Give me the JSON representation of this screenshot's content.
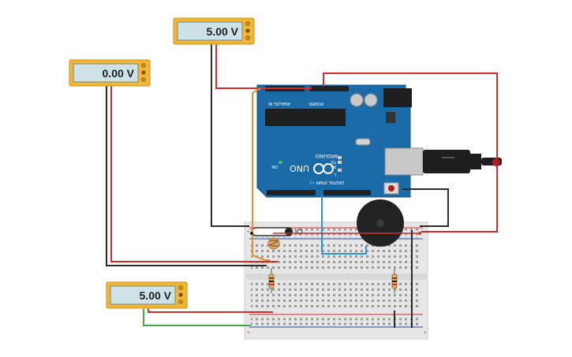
{
  "multimeters": [
    {
      "id": "top",
      "reading": "5.00 V"
    },
    {
      "id": "left",
      "reading": "0.00 V"
    },
    {
      "id": "bottom",
      "reading": "5.00 V"
    }
  ],
  "arduino": {
    "model": "UNO",
    "brand": "ARDUINO",
    "power_label": "POWER",
    "analog_label": "ANALOG IN",
    "digital_label": "DIGITAL (PWM ~)",
    "on_label": "ON",
    "tx_label": "TX",
    "rx_label": "RX",
    "l_label": "L"
  },
  "colors": {
    "wire_red": "#d62b2b",
    "wire_black": "#2b2b2b",
    "wire_orange": "#e8902c",
    "wire_blue": "#2f8fd6",
    "wire_green": "#3cb043",
    "board_blue": "#1a6aa8",
    "meter_yellow": "#f2b632"
  }
}
